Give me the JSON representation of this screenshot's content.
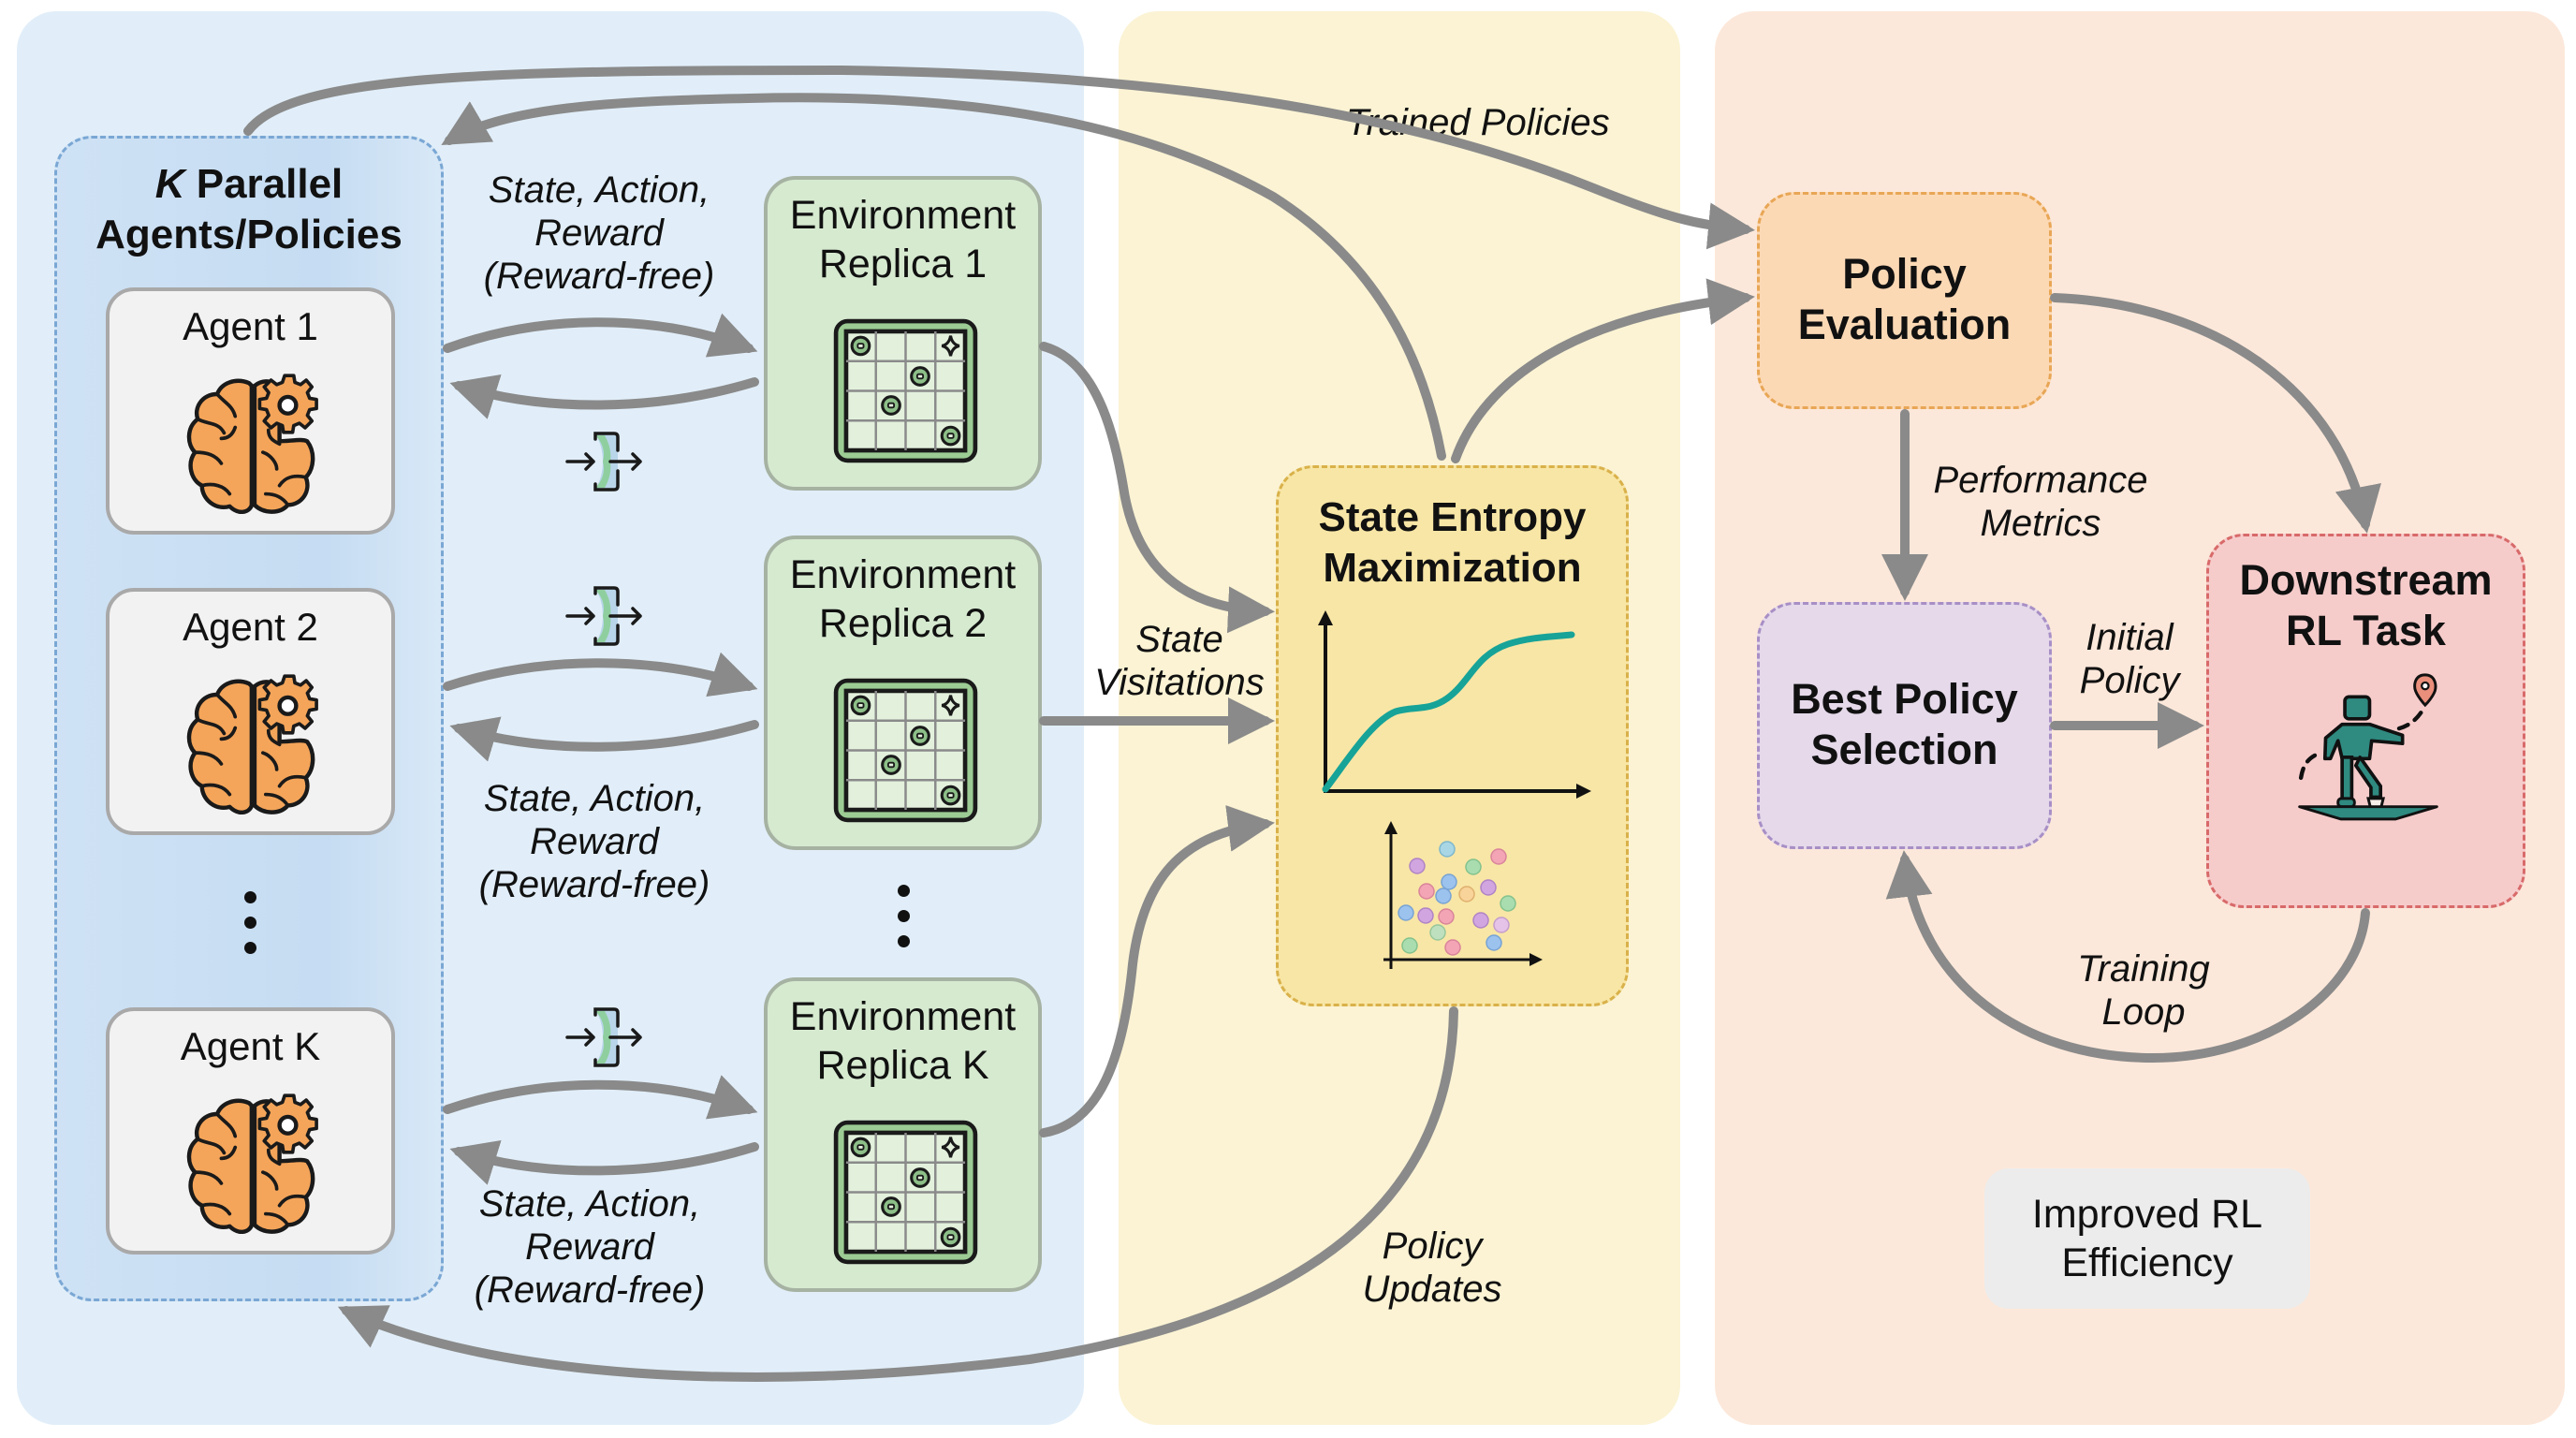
{
  "agents_group": {
    "title_k": "K",
    "title_rest": " Parallel",
    "title_line2": "Agents/Policies",
    "agents": [
      {
        "label": "Agent 1",
        "icon": "brain-gear-icon"
      },
      {
        "label": "Agent 2",
        "icon": "brain-gear-icon"
      },
      {
        "label": "Agent K",
        "icon": "brain-gear-icon"
      }
    ],
    "ellipsis": "vertical-dots"
  },
  "environments": [
    {
      "line1": "Environment",
      "line2": "Replica 1",
      "icon": "grid-world-icon"
    },
    {
      "line1": "Environment",
      "line2": "Replica 2",
      "icon": "grid-world-icon"
    },
    {
      "line1": "Environment",
      "line2": "Replica K",
      "icon": "grid-world-icon"
    }
  ],
  "interaction_labels": [
    {
      "line1": "State, Action,",
      "line2": "Reward",
      "line3": "(Reward-free)"
    },
    {
      "line1": "State, Action,",
      "line2": "Reward",
      "line3": "(Reward-free)"
    },
    {
      "line1": "State, Action,",
      "line2": "Reward",
      "line3": "(Reward-free)"
    }
  ],
  "transition_icon": "state-transition-icon",
  "entropy": {
    "title_line1": "State Entropy",
    "title_line2": "Maximization",
    "curve_icon": "entropy-curve-icon",
    "scatter_icon": "state-scatter-icon",
    "curve_color": "#17a398"
  },
  "edge_labels": {
    "trained_policies": "Trained Policies",
    "state_visitations_1": "State",
    "state_visitations_2": "Visitations",
    "policy_updates_1": "Policy",
    "policy_updates_2": "Updates",
    "performance_metrics_1": "Performance",
    "performance_metrics_2": "Metrics",
    "initial_policy_1": "Initial",
    "initial_policy_2": "Policy",
    "training_loop_1": "Training",
    "training_loop_2": "Loop"
  },
  "policy_evaluation": {
    "line1": "Policy",
    "line2": "Evaluation"
  },
  "best_policy_selection": {
    "line1": "Best Policy",
    "line2": "Selection"
  },
  "downstream": {
    "line1": "Downstream",
    "line2": "RL Task",
    "icon": "robot-goal-icon"
  },
  "outcome": {
    "line1": "Improved RL",
    "line2": "Efficiency"
  },
  "colors": {
    "left_panel": "#e1eef9",
    "middle_panel": "#fbf3d4",
    "right_panel": "#fce8da",
    "arrow": "#8a8a8a",
    "brain": "#f4a55a",
    "env": "#d6ead0",
    "robot": "#2f8a80",
    "goal_pin": "#e98f7c"
  }
}
